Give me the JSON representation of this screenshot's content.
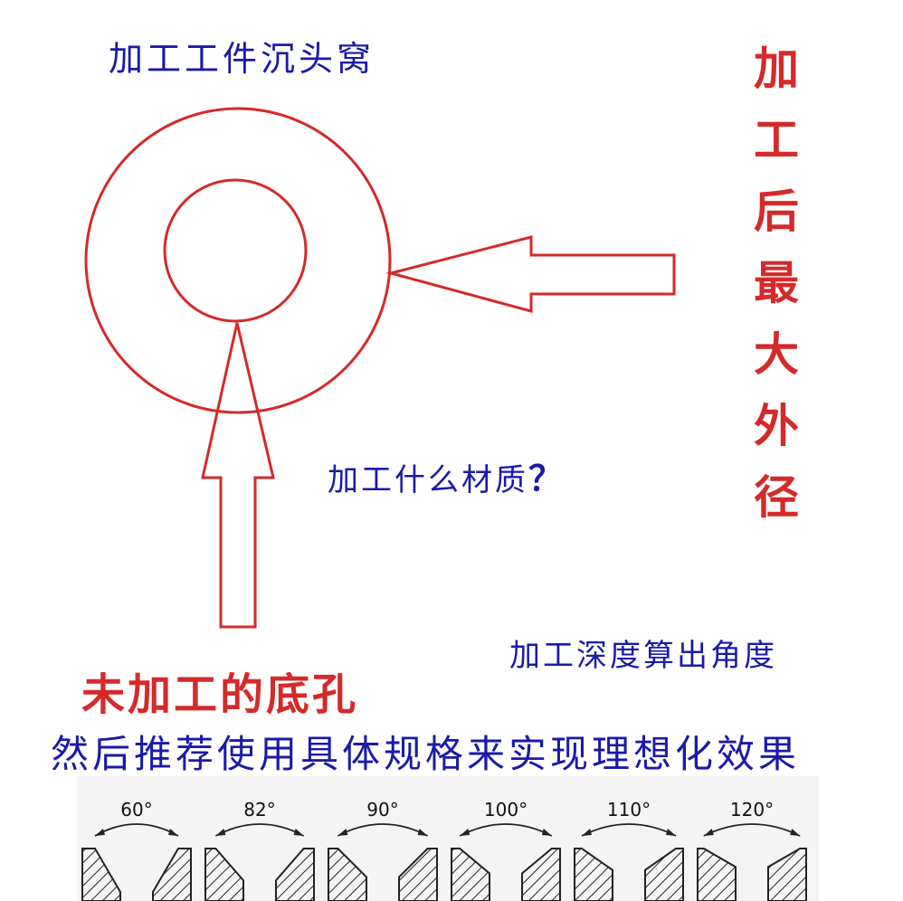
{
  "labels": {
    "countersink_workpiece": "加工工件沉头窝",
    "max_outer_diameter": "加工后最大外径",
    "material_question": "加工什么材质",
    "question_mark": "？",
    "depth_to_angle": "加工深度算出角度",
    "unprocessed_hole": "未加工的底孔",
    "recommendation": "然后推荐使用具体规格来实现理想化效果"
  },
  "angles": [
    "60°",
    "82°",
    "90°",
    "100°",
    "110°",
    "120°"
  ],
  "colors": {
    "red": "#d42a2a",
    "blue": "#1a1aa8",
    "outline": "#d42a2a",
    "hatch": "#222222"
  }
}
